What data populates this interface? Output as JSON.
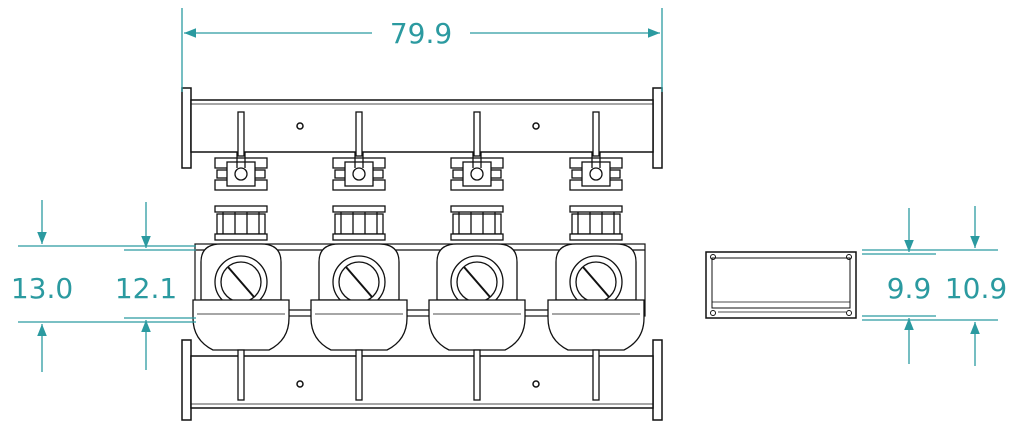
{
  "colors": {
    "dimension": "#2b9aa0",
    "linework": "#111111",
    "background": "#ffffff"
  },
  "dimensions": {
    "overall_width": "79.9",
    "left_outer_height": "13.0",
    "left_inner_height": "12.1",
    "right_inner_height": "9.9",
    "right_outer_height": "10.9"
  },
  "pump_count": 4
}
